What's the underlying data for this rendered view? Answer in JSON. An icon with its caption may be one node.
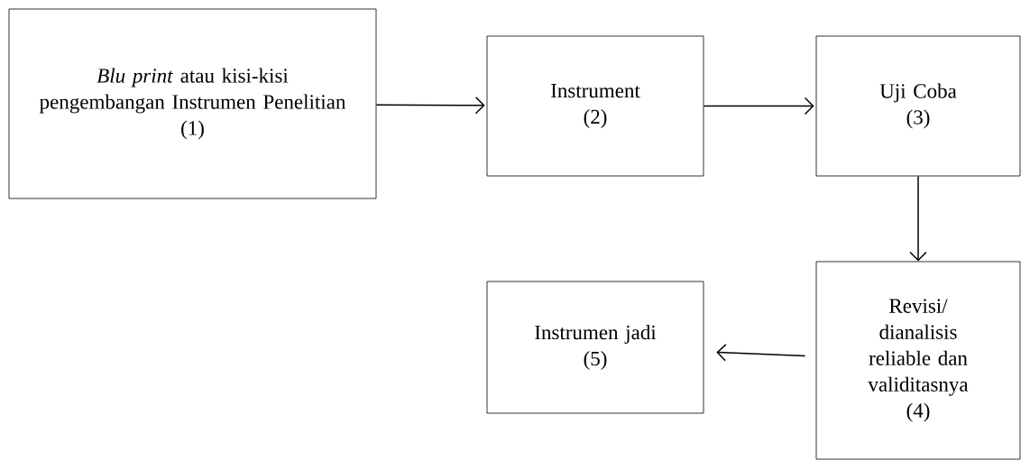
{
  "diagram": {
    "nodes": [
      {
        "text": [
          "*Blu print* atau kisi-kisi pengembangan Instrumen Penelitian",
          "(1)"
        ]
      },
      {
        "text": [
          "Instrument",
          "(2)"
        ]
      },
      {
        "text": [
          "Uji Coba",
          "(3)"
        ]
      },
      {
        "text": [
          "Revisi/ dianalisis reliable dan validitasnya",
          "(4)"
        ]
      },
      {
        "text": [
          "Instrumen jadi",
          "(5)"
        ]
      }
    ],
    "edges": [
      {
        "from": 0,
        "to": 1,
        "arrow": "to"
      },
      {
        "from": 1,
        "to": 2,
        "arrow": "to"
      },
      {
        "from": 2,
        "to": 3,
        "arrow": "to"
      },
      {
        "from": 3,
        "to": 4,
        "arrow": "to"
      }
    ]
  }
}
